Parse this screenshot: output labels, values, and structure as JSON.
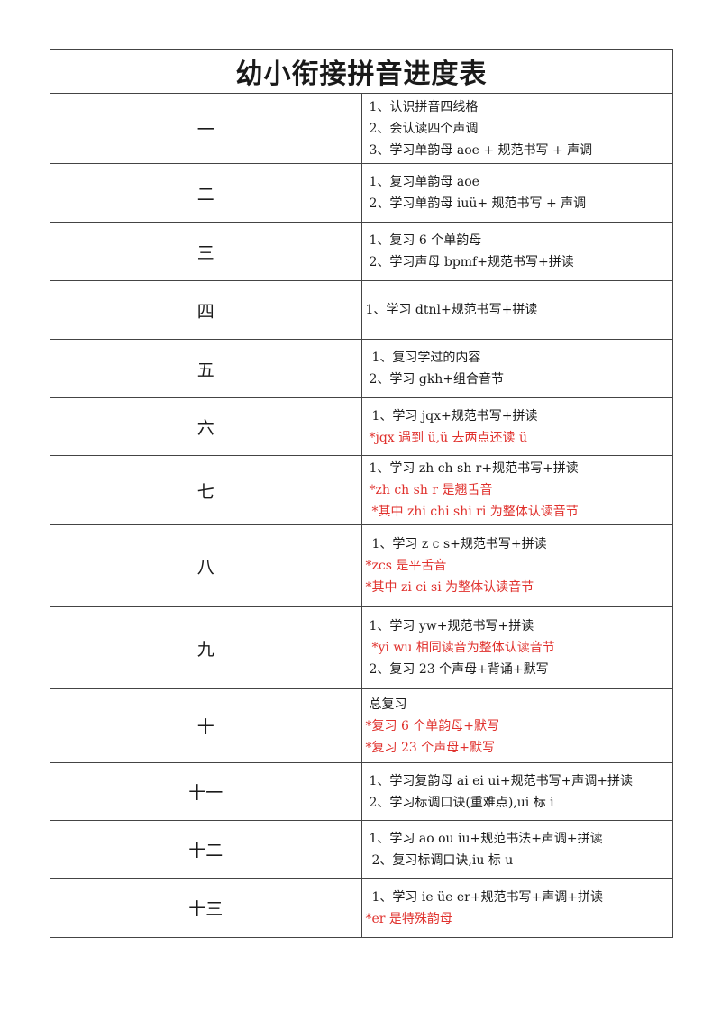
{
  "title": "幼小衔接拼音进度表",
  "colors": {
    "highlight": "#e0302c",
    "text": "#1a1a1a",
    "border": "#444444"
  },
  "rows": [
    {
      "week": "一",
      "lines": [
        {
          "text": "1、认识拼音四线格",
          "red": false
        },
        {
          "text": "2、会认读四个声调",
          "red": false
        },
        {
          "text": "3、学习单韵母 aoe + 规范书写 + 声调",
          "red": false
        }
      ]
    },
    {
      "week": "二",
      "lines": [
        {
          "text": "1、复习单韵母 aoe",
          "red": false
        },
        {
          "text": "2、学习单韵母 iuü+ 规范书写 + 声调",
          "red": false
        }
      ]
    },
    {
      "week": "三",
      "lines": [
        {
          "text": "1、复习 6 个单韵母",
          "red": false
        },
        {
          "text": "2、学习声母 bpmf+规范书写+拼读",
          "red": false
        }
      ]
    },
    {
      "week": "四",
      "lines": [
        {
          "text": "1、学习 dtnl+规范书写+拼读",
          "red": false
        }
      ]
    },
    {
      "week": "五",
      "lines": [
        {
          "text": "1、复习学过的内容",
          "red": false
        },
        {
          "text": "2、学习 gkh+组合音节",
          "red": false
        }
      ]
    },
    {
      "week": "六",
      "lines": [
        {
          "text": "1、学习 jqx+规范书写+拼读",
          "red": false
        },
        {
          "text": "*jqx 遇到 ü,ü 去两点还读 ü",
          "red": true
        }
      ]
    },
    {
      "week": "七",
      "lines": [
        {
          "text": "1、学习 zh ch sh r+规范书写+拼读",
          "red": false
        },
        {
          "text": "*zh ch sh r 是翘舌音",
          "red": true
        },
        {
          "text": "*其中 zhi chi shi ri 为整体认读音节",
          "red": true
        }
      ]
    },
    {
      "week": "八",
      "lines": [
        {
          "text": "1、学习 z c s+规范书写+拼读",
          "red": false
        },
        {
          "text": "*zcs 是平舌音",
          "red": true
        },
        {
          "text": "*其中 zi ci si 为整体认读音节",
          "red": true
        }
      ]
    },
    {
      "week": "九",
      "lines": [
        {
          "text": "1、学习 yw+规范书写+拼读",
          "red": false
        },
        {
          "text": "*yi wu 相同读音为整体认读音节",
          "red": true
        },
        {
          "text": "2、复习 23 个声母+背诵+默写",
          "red": false
        }
      ]
    },
    {
      "week": "十",
      "lines": [
        {
          "text": "总复习",
          "red": false
        },
        {
          "text": "*复习 6 个单韵母+默写",
          "red": true
        },
        {
          "text": "*复习 23 个声母+默写",
          "red": true
        }
      ]
    },
    {
      "week": "十一",
      "lines": [
        {
          "text": "1、学习复韵母 ai ei ui+规范书写+声调+拼读",
          "red": false
        },
        {
          "text": "2、学习标调口诀(重难点),ui 标 i",
          "red": false
        }
      ]
    },
    {
      "week": "十二",
      "lines": [
        {
          "text": "1、学习 ao ou iu+规范书法+声调+拼读",
          "red": false
        },
        {
          "text": "2、复习标调口诀,iu 标 u",
          "red": false
        }
      ]
    },
    {
      "week": "十三",
      "lines": [
        {
          "text": "1、学习 ie üe  er+规范书写+声调+拼读",
          "red": false
        },
        {
          "text": "*er 是特殊韵母",
          "red": true
        }
      ]
    }
  ]
}
